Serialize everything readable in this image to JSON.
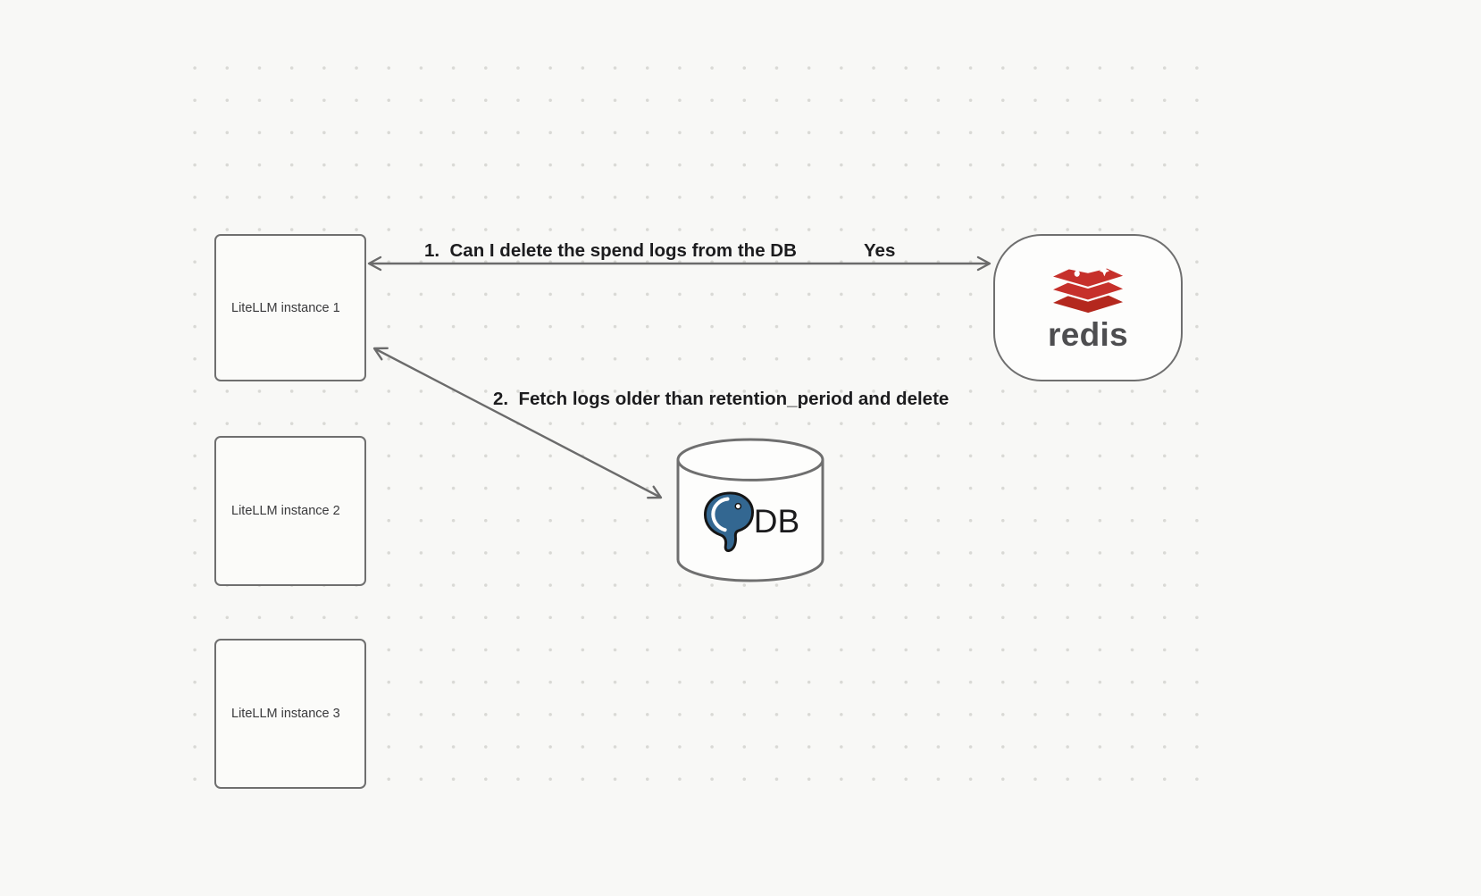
{
  "nodes": {
    "litellm1": {
      "label": "LiteLLM instance 1"
    },
    "litellm2": {
      "label": "LiteLLM instance 2"
    },
    "litellm3": {
      "label": "LiteLLM instance 3"
    },
    "redis": {
      "label": "redis"
    },
    "db": {
      "label": "DB"
    }
  },
  "edges": {
    "edge1": {
      "label": "1.  Can I delete the spend logs from the DB",
      "response": "Yes"
    },
    "edge2": {
      "label": "2.  Fetch logs older than retention_period and delete"
    }
  },
  "colors": {
    "background": "#f8f8f6",
    "dot": "#d9d9d5",
    "node_border": "#6f6f6f",
    "arrow": "#6b6b6b",
    "label_text": "#1c1c1e",
    "redis_red": "#c6302b",
    "postgres_blue": "#336791"
  },
  "icons": {
    "redis_logo": "redis-stacked-cushions-logo",
    "postgres_logo": "postgresql-elephant-logo",
    "db_shape": "database-cylinder"
  }
}
